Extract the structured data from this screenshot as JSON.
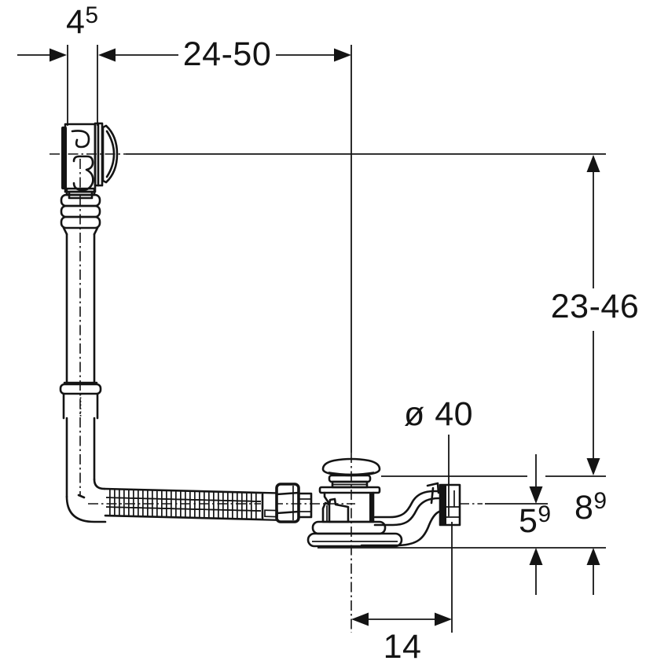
{
  "drawing": {
    "description": "Technical dimensional drawing of a bathtub waste and overflow fitting with flexible hose",
    "colors": {
      "line": "#141414",
      "background": "#ffffff"
    },
    "dims": {
      "overflow_depth": {
        "main": "4",
        "sup": "5"
      },
      "hose_span": "24-50",
      "height_range": "23-46",
      "outlet_diameter": "ø 40",
      "total_height": {
        "main": "8",
        "sup": "9"
      },
      "outlet_height": {
        "main": "5",
        "sup": "9"
      },
      "outlet_offset": "14"
    }
  }
}
